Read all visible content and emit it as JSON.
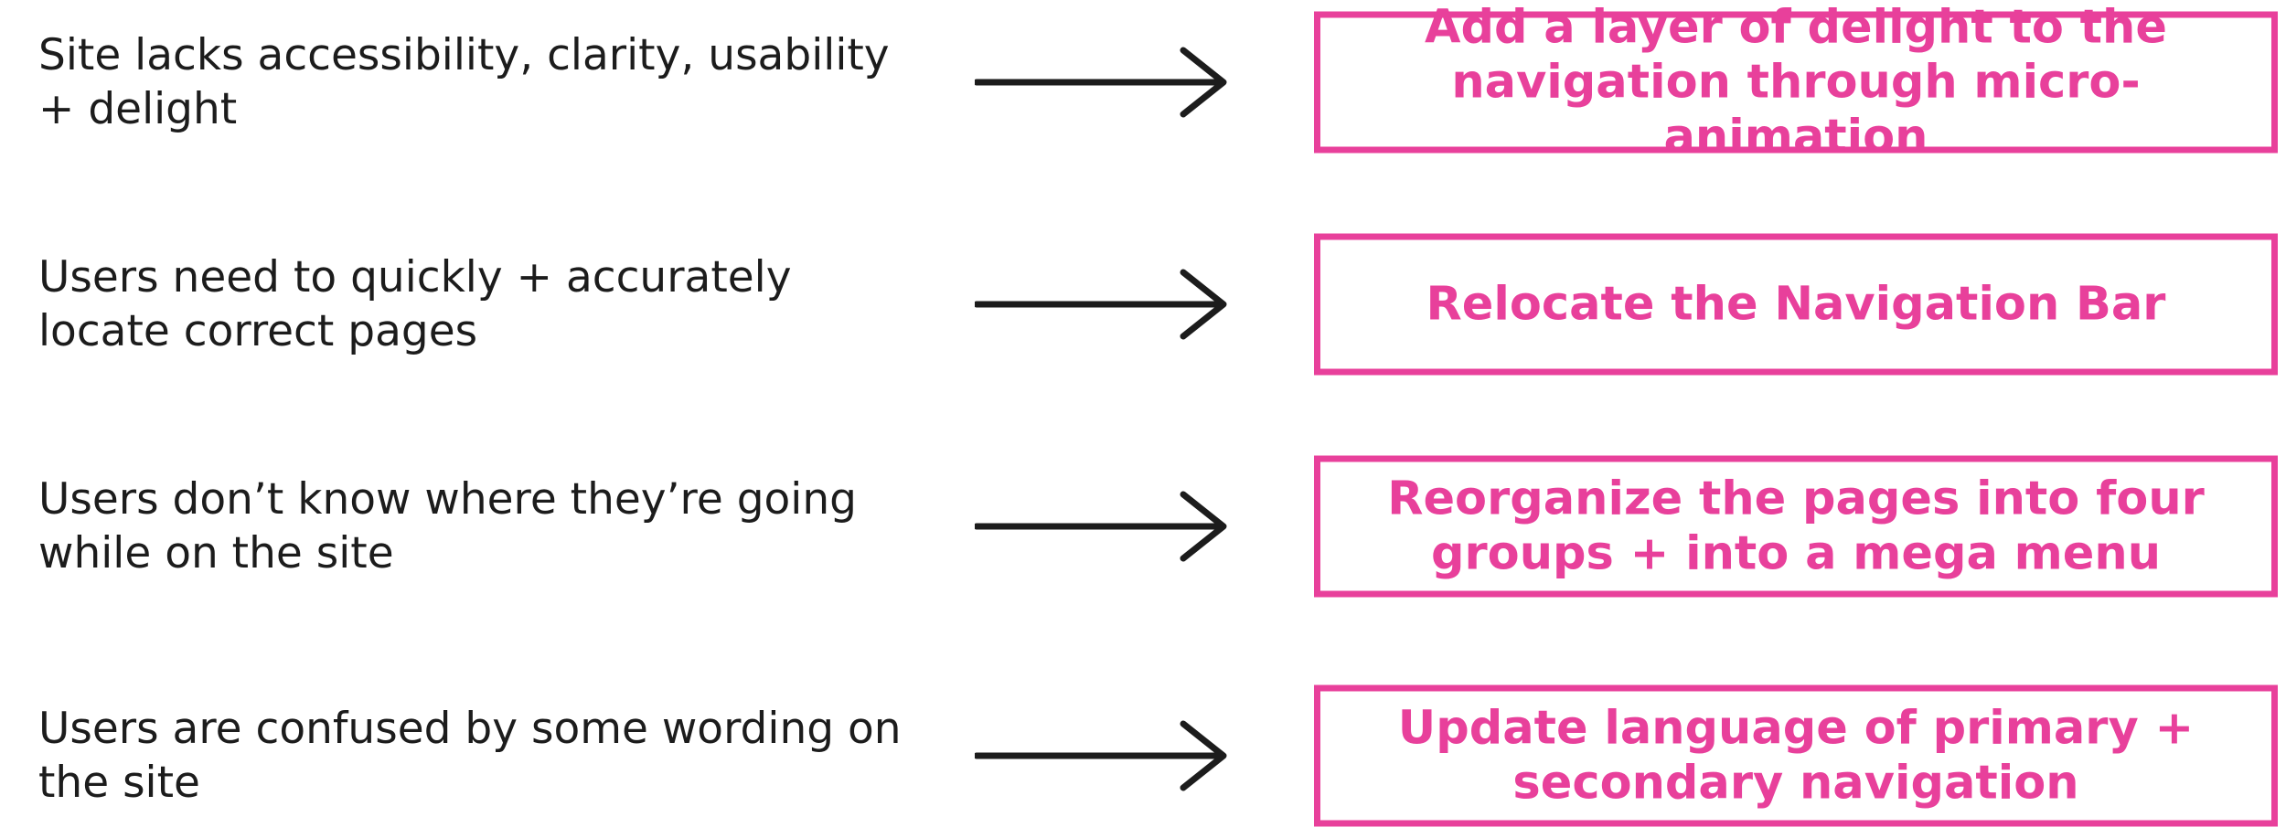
{
  "theme": {
    "accent": "#e8409b",
    "text": "#1c1c1c",
    "arrow": "#1c1c1c"
  },
  "rows": [
    {
      "problem": "Site lacks accessibility, clarity, usability + delight",
      "solution": "Add a layer of delight to the navigation through micro-animation"
    },
    {
      "problem": "Users need to quickly + accurately locate correct pages",
      "solution": "Relocate the Navigation Bar"
    },
    {
      "problem": "Users don’t know where they’re going while on the site",
      "solution": "Reorganize the pages into four groups + into a mega menu"
    },
    {
      "problem": "Users are confused by some wording on the site",
      "solution": "Update language of primary + secondary navigation"
    }
  ]
}
